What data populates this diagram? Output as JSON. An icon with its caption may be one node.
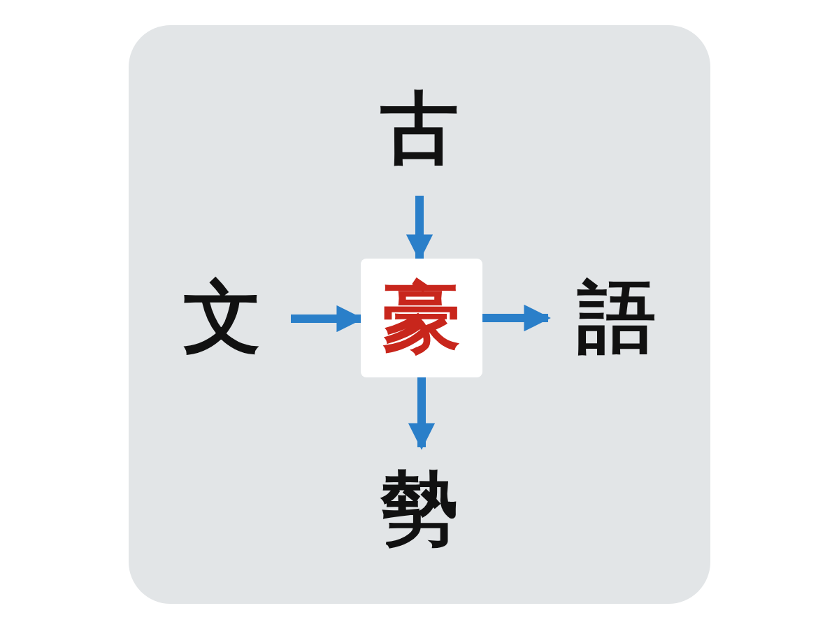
{
  "diagram": {
    "nodes": [
      {
        "text": [
          "古"
        ]
      },
      {
        "text": [
          "文"
        ]
      },
      {
        "text": [
          "豪"
        ]
      },
      {
        "text": [
          "語"
        ]
      },
      {
        "text": [
          "勢"
        ]
      }
    ],
    "edges": [
      {
        "from": 0,
        "to": 2,
        "arrow": "to"
      },
      {
        "from": 1,
        "to": 2,
        "arrow": "to"
      },
      {
        "from": 2,
        "to": 3,
        "arrow": "to"
      },
      {
        "from": 2,
        "to": 4,
        "arrow": "to"
      }
    ]
  }
}
